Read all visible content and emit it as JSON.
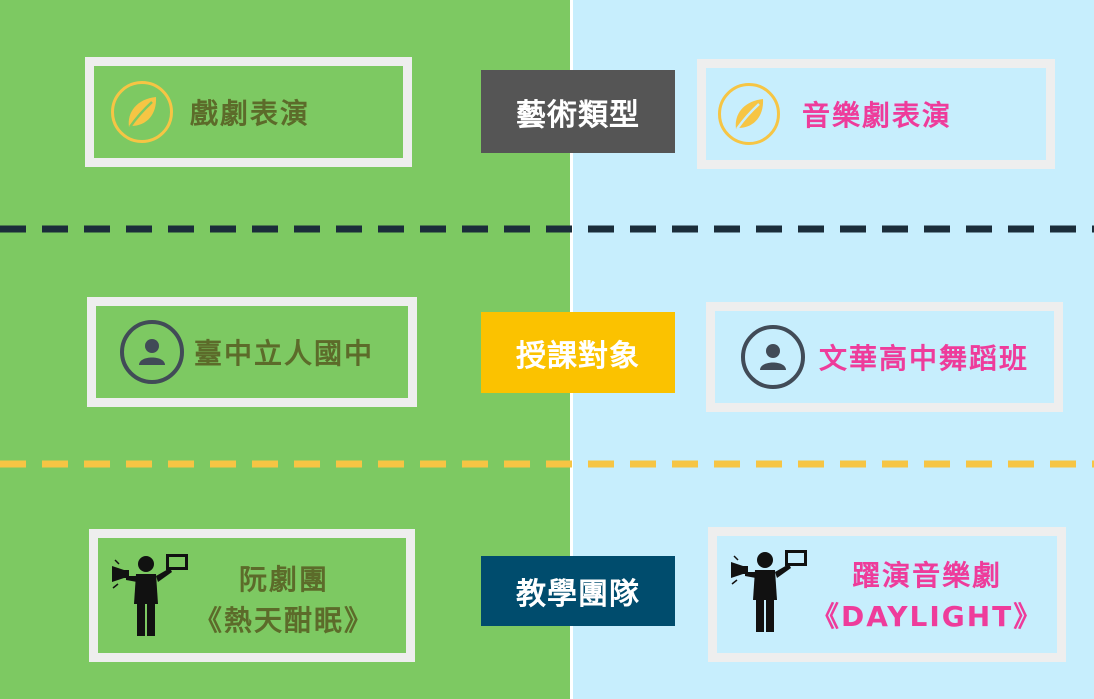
{
  "colors": {
    "left_bg": "#7dc962",
    "right_bg": "#c7eefd",
    "divider_dark": "#1b2d3a",
    "divider_yellow": "#f6c544",
    "label_gray": "#555555",
    "label_yellow": "#fbc200",
    "label_navy": "#004c6d",
    "text_green": "#5c6b2a",
    "text_pink": "#ee3c9b"
  },
  "rows": [
    {
      "label": "藝術類型",
      "left": {
        "icon": "leaf-icon",
        "text": "戲劇表演"
      },
      "right": {
        "icon": "leaf-icon",
        "text": "音樂劇表演"
      }
    },
    {
      "label": "授課對象",
      "left": {
        "icon": "person-icon",
        "text": "臺中立人國中"
      },
      "right": {
        "icon": "person-icon",
        "text": "文華高中舞蹈班"
      }
    },
    {
      "label": "教學團隊",
      "left": {
        "icon": "megaphone-person-icon",
        "line1": "阮劇團",
        "line2": "《熱天酣眠》"
      },
      "right": {
        "icon": "megaphone-person-icon",
        "line1": "躍演音樂劇",
        "line2": "《DAYLIGHT》"
      }
    }
  ]
}
